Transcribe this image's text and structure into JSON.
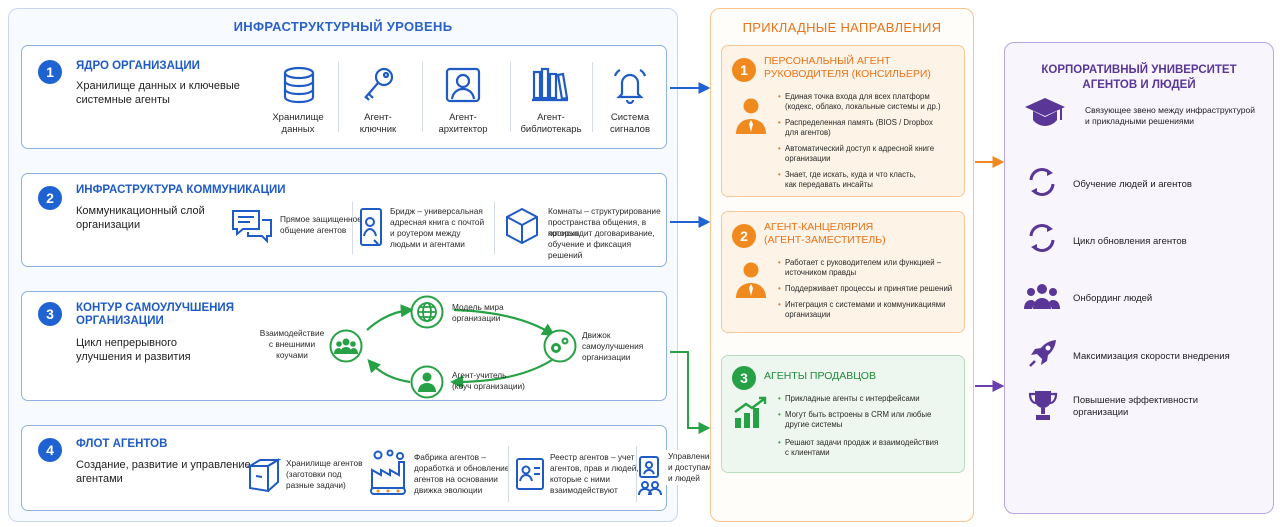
{
  "infra": {
    "title": "ИНФРАСТРУКТУРНЫЙ УРОВЕНЬ",
    "core": {
      "num": "1",
      "title": "ЯДРО ОРГАНИЗАЦИИ",
      "sub": [
        "Хранилище данных и ключевые",
        "системные агенты"
      ],
      "items": [
        {
          "icon": "database-icon",
          "label": [
            "Хранилище",
            "данных"
          ]
        },
        {
          "icon": "key-icon",
          "label": [
            "Агент-",
            "ключник"
          ]
        },
        {
          "icon": "architect-icon",
          "label": [
            "Агент-",
            "архитектор"
          ]
        },
        {
          "icon": "library-icon",
          "label": [
            "Агент-",
            "библиотекарь"
          ]
        },
        {
          "icon": "bell-icon",
          "label": [
            "Система",
            "сигналов"
          ]
        }
      ]
    },
    "comm": {
      "num": "2",
      "title": "ИНФРАСТРУКТУРА КОММУНИКАЦИИ",
      "sub": [
        "Коммуникационный слой",
        "организации"
      ],
      "items": [
        {
          "icon": "chat-icon",
          "text": [
            "Прямое защищенное",
            "общение агентов"
          ]
        },
        {
          "icon": "contacts-icon",
          "text": [
            "Бридж – универсальная",
            "адресная книга с почтой",
            "и роутером между",
            "людьми и агентами"
          ]
        },
        {
          "icon": "box-icon",
          "text": [
            "Комнаты – структурирование",
            "пространства общения, в которых",
            "происходит договаривание,",
            "обучение и фиксация решений"
          ]
        }
      ]
    },
    "loop": {
      "num": "3",
      "title": [
        "КОНТУР САМОУЛУЧШЕНИЯ",
        "ОРГАНИЗАЦИИ"
      ],
      "sub": [
        "Цикл непрерывного",
        "улучшения и развития"
      ],
      "nodes": {
        "external": [
          "Взаимодействие",
          "с внешними",
          "коучами"
        ],
        "world": [
          "Модель мира",
          "организации"
        ],
        "engine": [
          "Движок",
          "самоулучшения",
          "организации"
        ],
        "coach": [
          "Агент-учитель",
          "(коуч организации)"
        ]
      }
    },
    "fleet": {
      "num": "4",
      "title": "ФЛОТ АГЕНТОВ",
      "sub": [
        "Создание, развитие и управление",
        "агентами"
      ],
      "items": [
        {
          "icon": "storage-box-icon",
          "text": [
            "Хранилище агентов",
            "(заготовки под",
            "разные задачи)"
          ]
        },
        {
          "icon": "factory-icon",
          "text": [
            "Фабрика агентов –",
            "доработка и обновление",
            "агентов на основании",
            "движка эволюции"
          ]
        },
        {
          "icon": "registry-icon",
          "text": [
            "Реестр агентов – учет",
            "агентов, прав и людей,",
            "которые с ними",
            "взаимодействуют"
          ]
        },
        {
          "icon": "access-icon",
          "text": [
            "Управление правами",
            "и доступами агентов",
            "и людей"
          ]
        }
      ]
    }
  },
  "applied": {
    "title": "ПРИКЛАДНЫЕ НАПРАВЛЕНИЯ",
    "cards": [
      {
        "num": "1",
        "title": [
          "ПЕРСОНАЛЬНЫЙ АГЕНТ",
          "РУКОВОДИТЕЛЯ (КОНСИЛЬЕРИ)"
        ],
        "bullets": [
          [
            "Единая точка входа для всех платформ",
            "(кодекс, облако, локальные системы и др.)"
          ],
          [
            "Распределенная память (BIOS / Dropbox",
            "для агентов)"
          ],
          [
            "Автоматический доступ к адресной книге",
            "организации"
          ],
          [
            "Знает, где искать, куда и что класть,",
            "как передавать инсайты"
          ]
        ]
      },
      {
        "num": "2",
        "title": [
          "АГЕНТ-КАНЦЕЛЯРИЯ",
          "(АГЕНТ-ЗАМЕСТИТЕЛЬ)"
        ],
        "bullets": [
          [
            "Работает с руководителем или функцией –",
            "источником правды"
          ],
          [
            "Поддерживает процессы и принятие решений"
          ],
          [
            "Интеграция с системами и коммуникациями",
            "организации"
          ]
        ]
      },
      {
        "num": "3",
        "title": [
          "АГЕНТЫ ПРОДАВЦОВ"
        ],
        "bullets": [
          [
            "Прикладные агенты с интерфейсами"
          ],
          [
            "Могут быть встроены в CRM или любые",
            "другие системы"
          ],
          [
            "Решают задачи продаж и взаимодействия",
            "с клиентами"
          ]
        ]
      }
    ]
  },
  "university": {
    "title": [
      "КОРПОРАТИВНЫЙ УНИВЕРСИТЕТ",
      "АГЕНТОВ И ЛЮДЕЙ"
    ],
    "intro": [
      "Связующее звено между инфраструктурой",
      "и прикладными решениями"
    ],
    "items": [
      {
        "icon": "cycle-icon",
        "text": [
          "Обучение людей и агентов"
        ]
      },
      {
        "icon": "cycle-icon",
        "text": [
          "Цикл обновления агентов"
        ]
      },
      {
        "icon": "people-icon",
        "text": [
          "Онбординг людей"
        ]
      },
      {
        "icon": "rocket-icon",
        "text": [
          "Максимизация скорости внедрения"
        ]
      },
      {
        "icon": "trophy-icon",
        "text": [
          "Повышение эффективности",
          "организации"
        ]
      }
    ]
  },
  "colors": {
    "blue": "#1f63d2",
    "orange": "#f08a1f",
    "green": "#26a145",
    "purple": "#5a3797"
  }
}
